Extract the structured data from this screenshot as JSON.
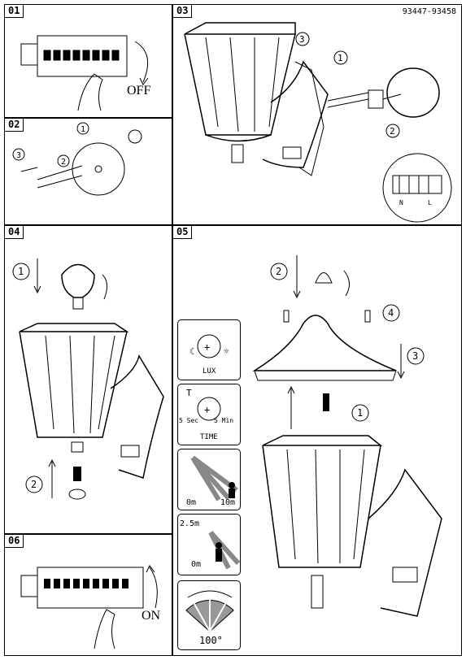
{
  "doc_number": "93447-93458",
  "steps": {
    "s01": {
      "num": "01",
      "off_label": "OFF"
    },
    "s02": {
      "num": "02",
      "c1": "1",
      "c2": "2",
      "c3": "3"
    },
    "s03": {
      "num": "03",
      "c1": "1",
      "c2": "2",
      "c3": "3",
      "terminal_n": "N",
      "terminal_l": "L"
    },
    "s04": {
      "num": "04",
      "c1": "1",
      "c2": "2"
    },
    "s05": {
      "num": "05",
      "c1": "1",
      "c2": "2",
      "c3": "3",
      "c4": "4"
    },
    "s06": {
      "num": "06",
      "on_label": "ON"
    }
  },
  "sensor_panels": {
    "lux": {
      "label": "LUX"
    },
    "time": {
      "label": "TIME",
      "t": "T",
      "min_label": "5 Sec",
      "max_label": "5 Min"
    },
    "range": {
      "near": "0m",
      "far": "10m"
    },
    "height": {
      "top": "2.5m",
      "bottom": "0m"
    },
    "angle": {
      "value": "100°"
    }
  }
}
